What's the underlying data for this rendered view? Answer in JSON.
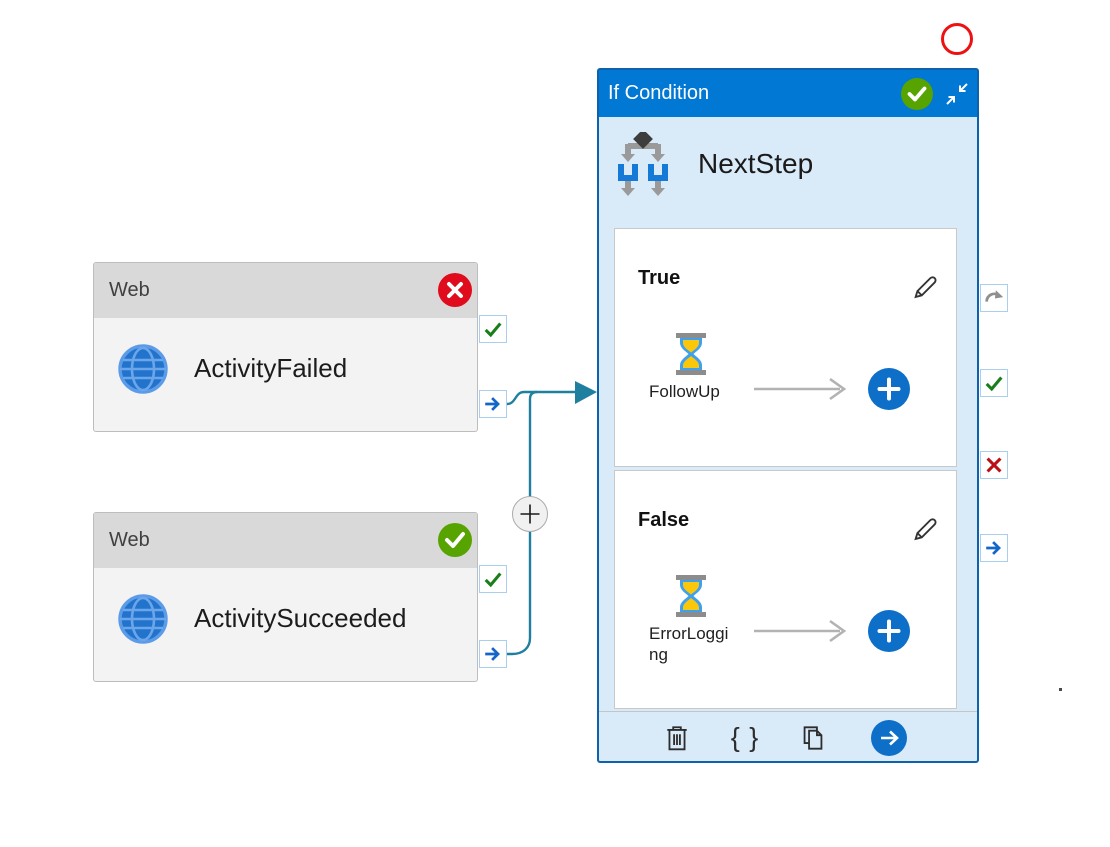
{
  "colors": {
    "accent_blue": "#0078d4",
    "if_box_border": "#0d62ab",
    "if_box_bg": "#d9eaf8",
    "connector_teal": "#1f7f9e",
    "success_green": "#57a300",
    "error_red": "#e00b1c",
    "port_check_green": "#1a7f1a",
    "port_cross_red": "#bb1016",
    "port_arrow_blue": "#1565c9",
    "button_blue": "#0d6fc8",
    "annotation_red": "#ee1111"
  },
  "web_activities": [
    {
      "type_label": "Web",
      "name": "ActivityFailed",
      "status": "failed"
    },
    {
      "type_label": "Web",
      "name": "ActivitySucceeded",
      "status": "succeeded"
    }
  ],
  "if_condition": {
    "type_label": "If Condition",
    "name": "NextStep",
    "status": "succeeded",
    "branches": [
      {
        "label": "True",
        "activity": {
          "name": "FollowUp",
          "type": "Wait"
        }
      },
      {
        "label": "False",
        "activity": {
          "name": "ErrorLogging",
          "type": "Wait"
        }
      }
    ],
    "toolbar": [
      "delete",
      "code",
      "copy",
      "navigate"
    ]
  },
  "icons": {
    "braces_glyph": "{ }"
  }
}
